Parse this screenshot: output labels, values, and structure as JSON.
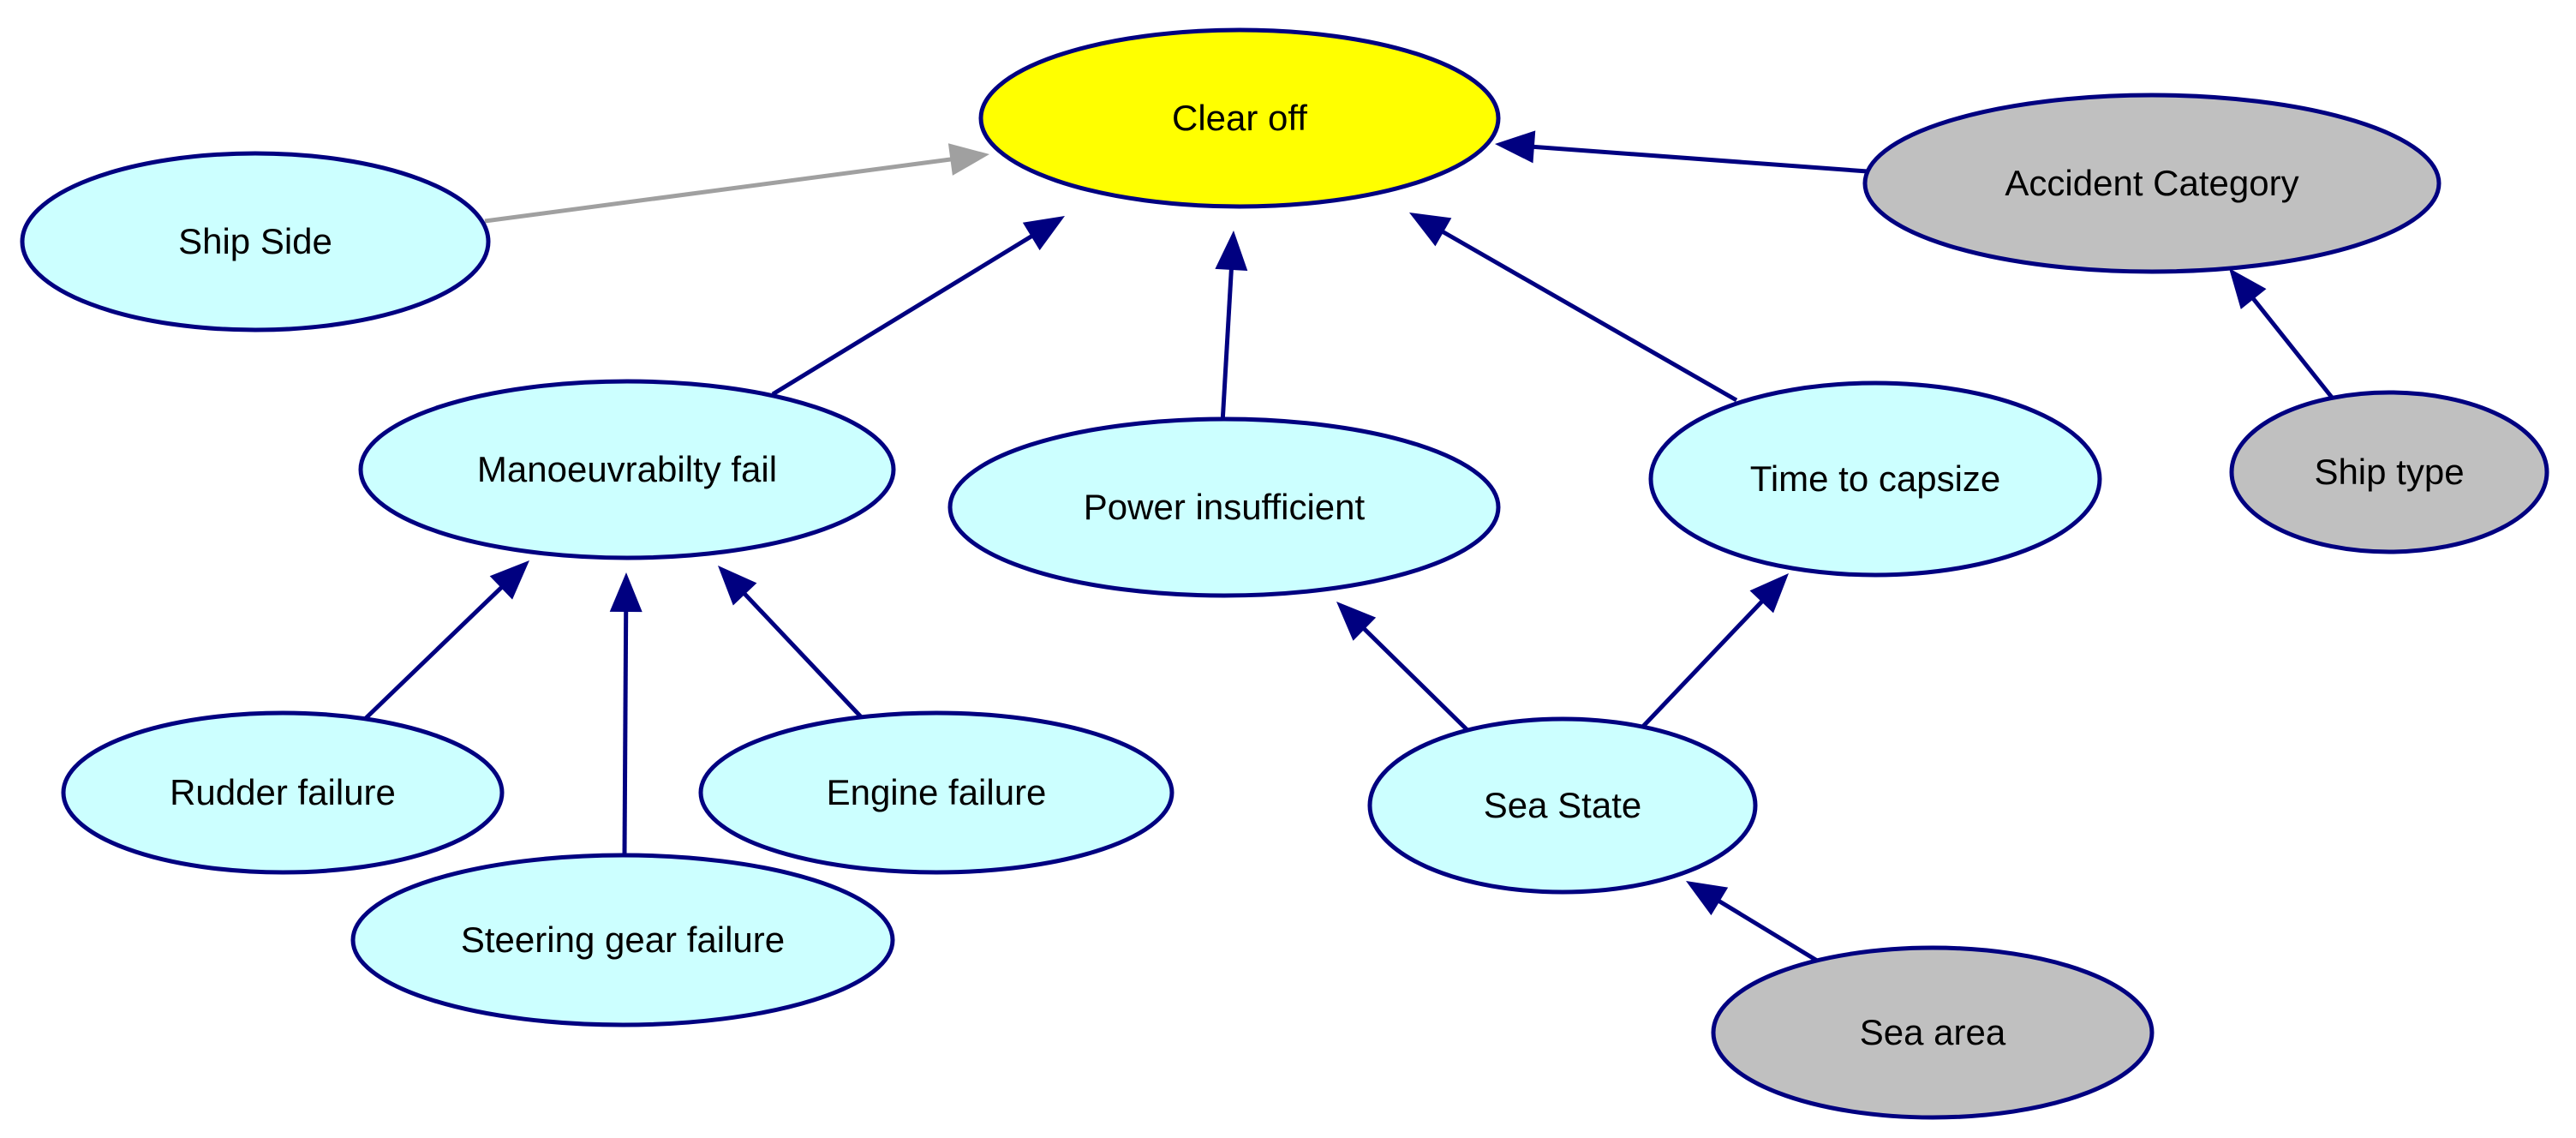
{
  "colors": {
    "edge": "#000080",
    "edge_muted": "#a0a0a0",
    "node_stroke": "#000080",
    "fill_target": "#ffff00",
    "fill_cause": "#ccffff",
    "fill_context": "#c0c0c0"
  },
  "nodes": [
    {
      "id": "clear-off",
      "label": "Clear off",
      "role": "target"
    },
    {
      "id": "ship-side",
      "label": "Ship Side",
      "role": "cause"
    },
    {
      "id": "accident-category",
      "label": "Accident Category",
      "role": "context"
    },
    {
      "id": "manoeuvrability-fail",
      "label": "Manoeuvrabilty fail",
      "role": "cause"
    },
    {
      "id": "power-insufficient",
      "label": "Power insufficient",
      "role": "cause"
    },
    {
      "id": "time-to-capsize",
      "label": "Time to capsize",
      "role": "cause"
    },
    {
      "id": "ship-type",
      "label": "Ship type",
      "role": "context"
    },
    {
      "id": "rudder-failure",
      "label": "Rudder failure",
      "role": "cause"
    },
    {
      "id": "engine-failure",
      "label": "Engine failure",
      "role": "cause"
    },
    {
      "id": "steering-gear-failure",
      "label": "Steering gear failure",
      "role": "cause"
    },
    {
      "id": "sea-state",
      "label": "Sea State",
      "role": "cause"
    },
    {
      "id": "sea-area",
      "label": "Sea area",
      "role": "context"
    }
  ],
  "edges": [
    {
      "from": "ship-side",
      "to": "clear-off",
      "style": "muted"
    },
    {
      "from": "accident-category",
      "to": "clear-off",
      "style": "normal"
    },
    {
      "from": "manoeuvrability-fail",
      "to": "clear-off",
      "style": "normal"
    },
    {
      "from": "power-insufficient",
      "to": "clear-off",
      "style": "normal"
    },
    {
      "from": "time-to-capsize",
      "to": "clear-off",
      "style": "normal"
    },
    {
      "from": "ship-type",
      "to": "accident-category",
      "style": "normal"
    },
    {
      "from": "rudder-failure",
      "to": "manoeuvrability-fail",
      "style": "normal"
    },
    {
      "from": "steering-gear-failure",
      "to": "manoeuvrability-fail",
      "style": "normal"
    },
    {
      "from": "engine-failure",
      "to": "manoeuvrability-fail",
      "style": "normal"
    },
    {
      "from": "sea-state",
      "to": "power-insufficient",
      "style": "normal"
    },
    {
      "from": "sea-state",
      "to": "time-to-capsize",
      "style": "normal"
    },
    {
      "from": "sea-area",
      "to": "sea-state",
      "style": "normal"
    }
  ]
}
